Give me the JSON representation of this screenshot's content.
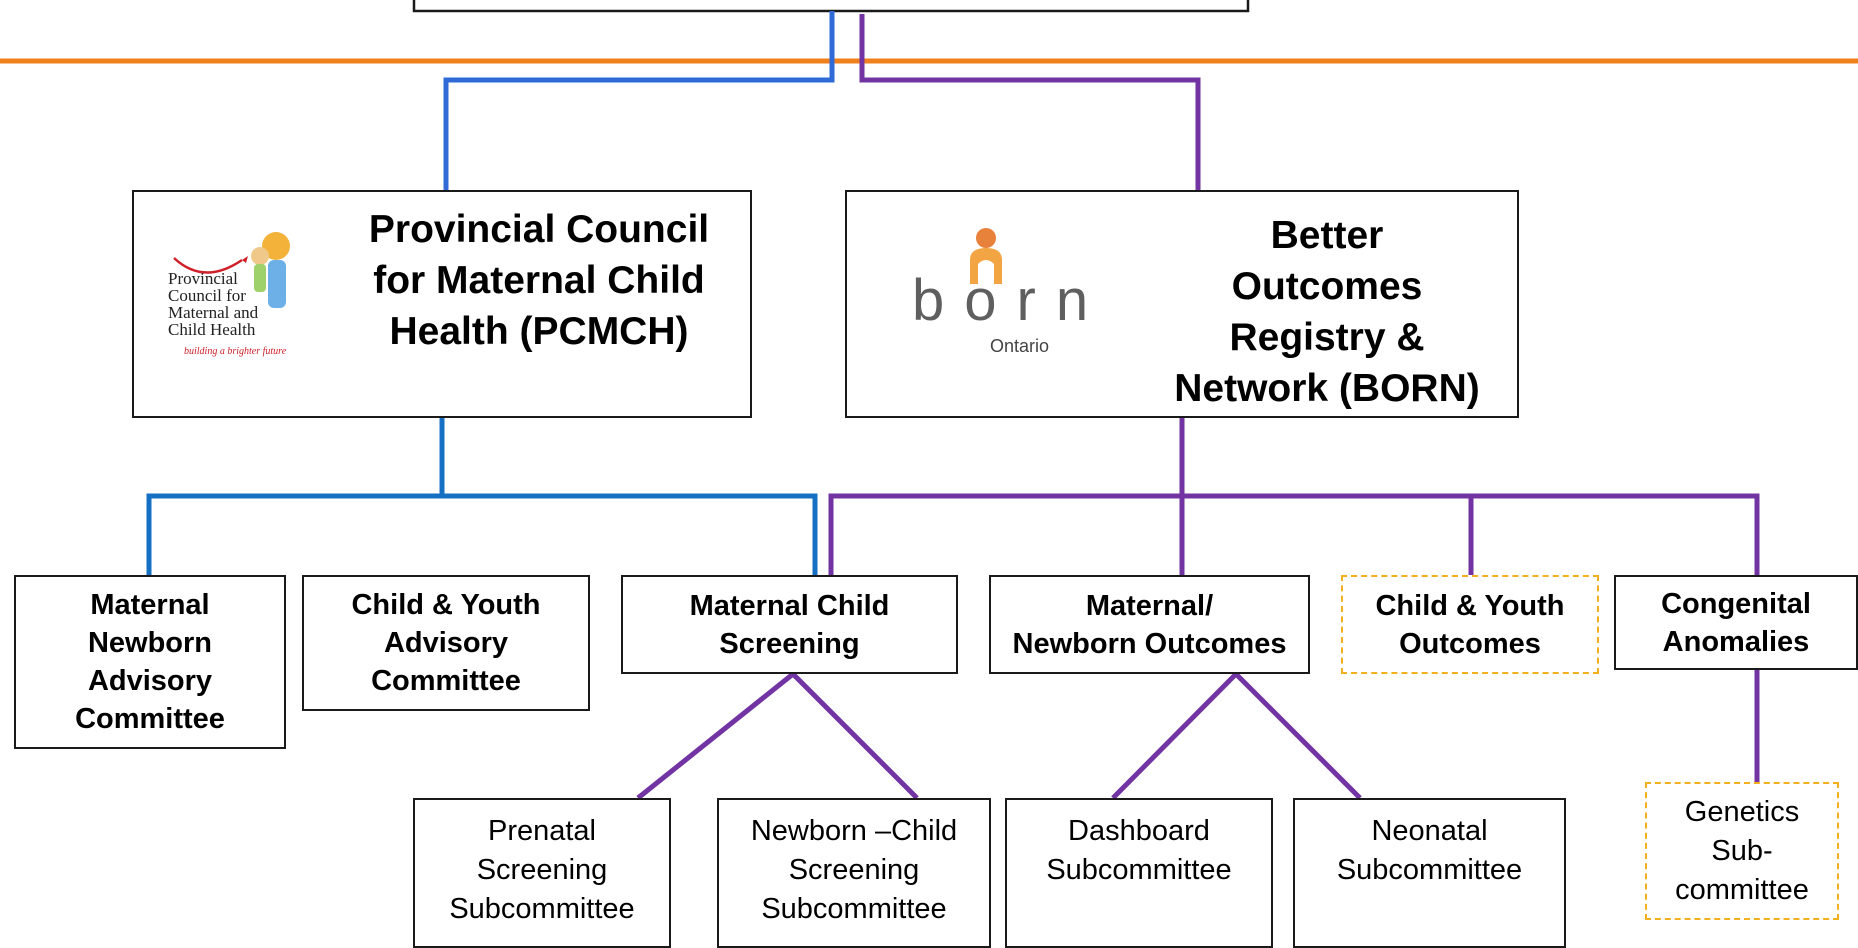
{
  "colors": {
    "pcmch_line": "#1570c4",
    "born_line": "#7134a2",
    "top_blue": "#2f6ad7",
    "orange_rule": "#f07f1e",
    "dashed_border": "#f2b01e"
  },
  "top_level": {
    "pcmch": {
      "title": "Provincial Council\nfor Maternal Child\nHealth (PCMCH)",
      "logo": {
        "line1": "Provincial",
        "line2": "Council for",
        "line3": "Maternal and",
        "line4": "Child Health",
        "tagline": "building a brighter future"
      }
    },
    "born": {
      "title": "Better\nOutcomes\nRegistry &\nNetwork (BORN)",
      "logo": {
        "wordmark": "born",
        "sub": "Ontario"
      }
    }
  },
  "committees": {
    "maternal_newborn_advisory": "Maternal\nNewborn\nAdvisory\nCommittee",
    "child_youth_advisory": "Child & Youth\nAdvisory\nCommittee",
    "maternal_child_screening": "Maternal Child\nScreening",
    "maternal_newborn_outcomes": "Maternal/\nNewborn Outcomes",
    "child_youth_outcomes": "Child & Youth\nOutcomes",
    "congenital_anomalies": "Congenital\nAnomalies"
  },
  "subcommittees": {
    "prenatal_screening": "Prenatal\nScreening\nSubcommittee",
    "newborn_child_screening": "Newborn –Child\nScreening\nSubcommittee",
    "dashboard": "Dashboard\nSubcommittee",
    "neonatal": "Neonatal\nSubcommittee",
    "genetics": "Genetics\nSub-\ncommittee"
  }
}
